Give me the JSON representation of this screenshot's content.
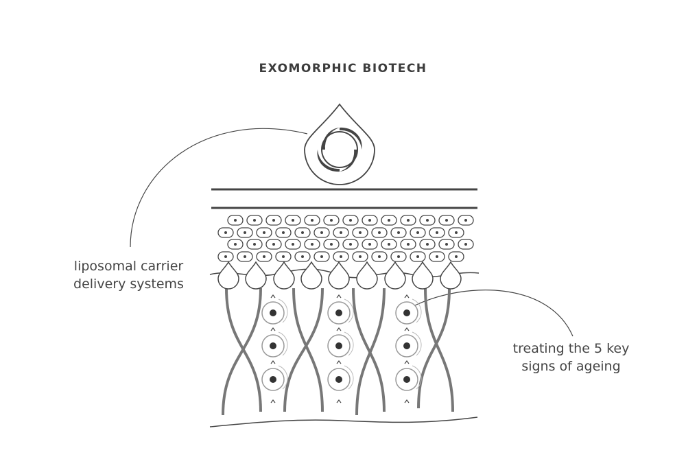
{
  "title": "EXOMORPHIC BIOTECH",
  "labels": {
    "left": [
      "liposomal carrier",
      "delivery systems"
    ],
    "right": [
      "treating the 5 key",
      "signs of ageing"
    ]
  },
  "colors": {
    "line": "#444444",
    "fiber": "#777777",
    "cell": "#999999"
  }
}
